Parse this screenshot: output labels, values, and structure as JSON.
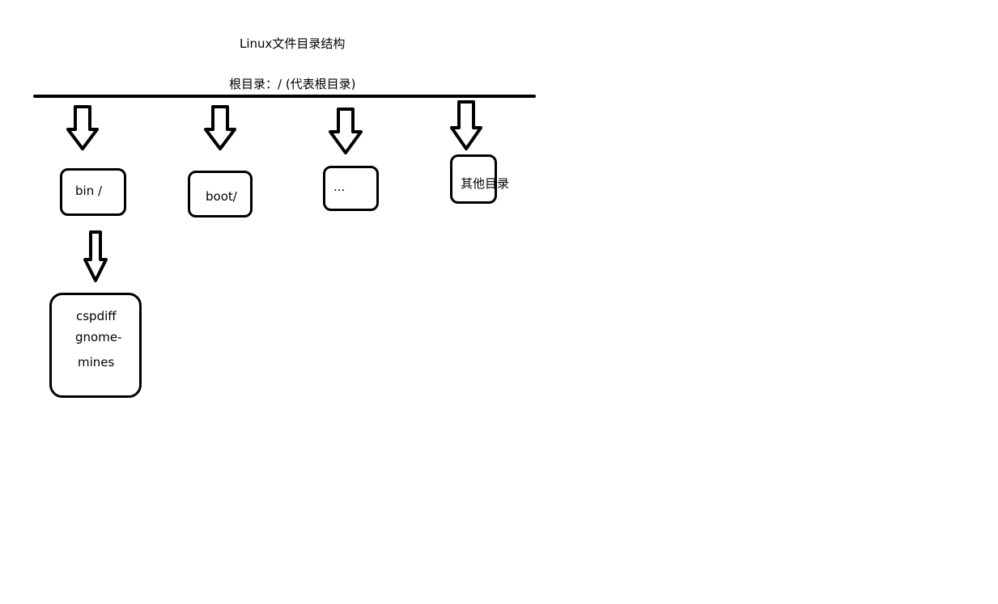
{
  "title": "Linux文件目录结构",
  "root": {
    "label": "根目录：/  (代表根目录)"
  },
  "directories": [
    {
      "label": "bin /"
    },
    {
      "label": "boot/"
    },
    {
      "label": "..."
    },
    {
      "label": "其他目录"
    }
  ],
  "bin_contents": {
    "files": [
      "cspdiff",
      "gnome-",
      "mines"
    ]
  }
}
